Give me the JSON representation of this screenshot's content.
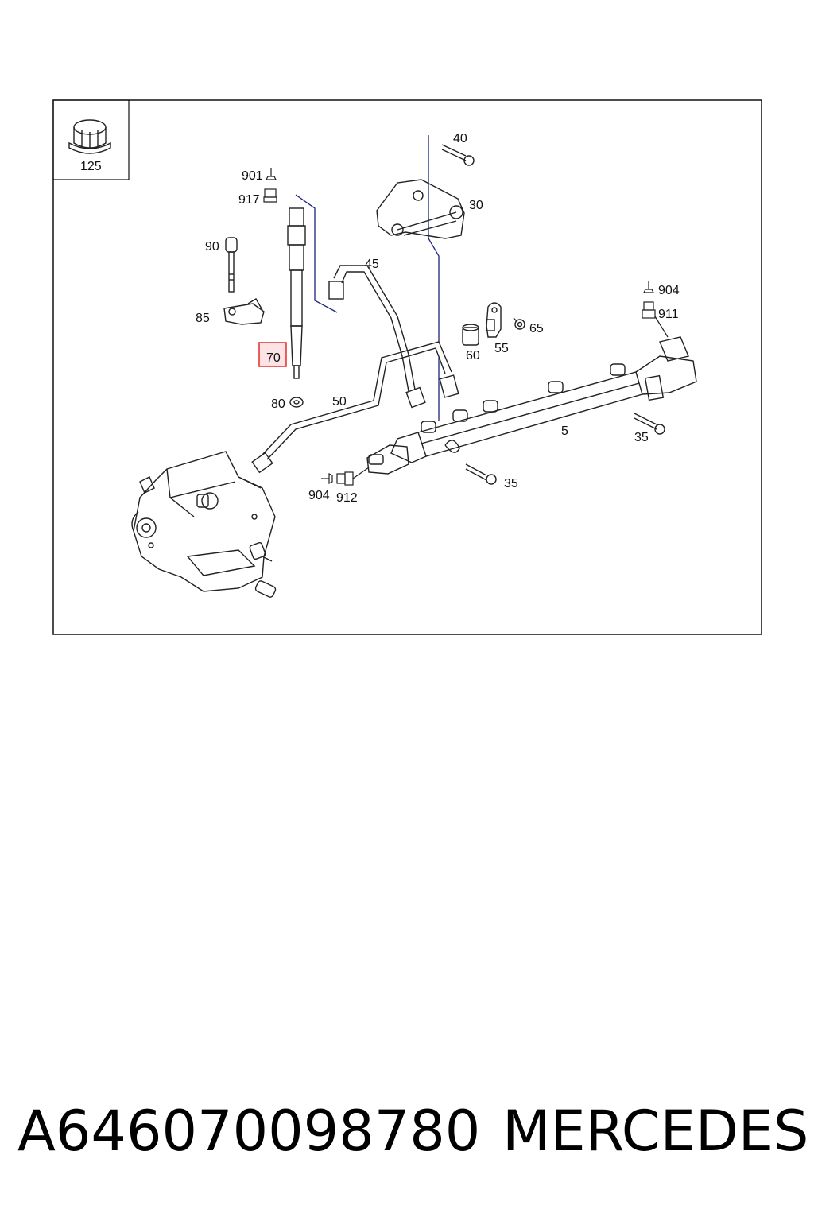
{
  "diagram": {
    "inset_label": "125",
    "callouts": {
      "c40": "40",
      "c30": "30",
      "c901": "901",
      "c917": "917",
      "c90": "90",
      "c85": "85",
      "c70": "70",
      "c80": "80",
      "c45": "45",
      "c50": "50",
      "c60": "60",
      "c55": "55",
      "c65": "65",
      "c904a": "904",
      "c911": "911",
      "c5": "5",
      "c35a": "35",
      "c35b": "35",
      "c904b": "904",
      "c912": "912"
    },
    "highlighted_callout": "70",
    "highlight_color": "#e53935",
    "highlight_fill": "#fde3e6",
    "leader_line_color": "#1a237e"
  },
  "footer": {
    "part_number": "A646070098780",
    "brand": "MERCEDES"
  }
}
